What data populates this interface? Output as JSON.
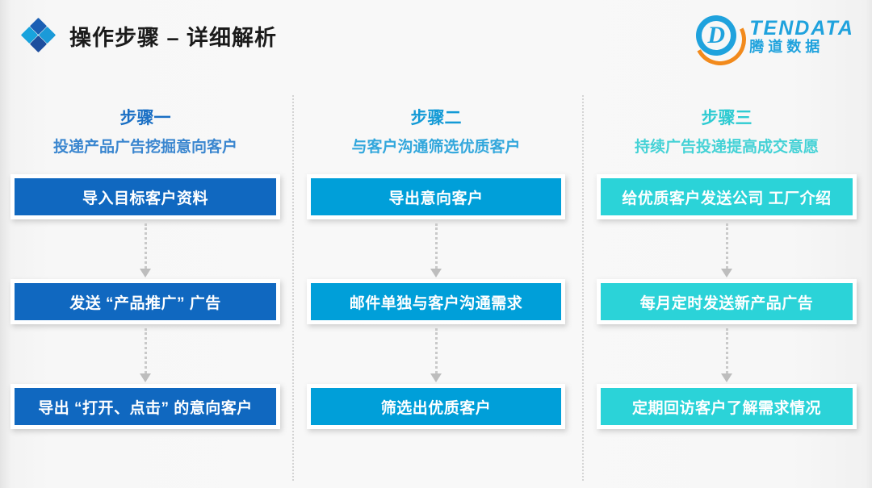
{
  "header": {
    "title": "操作步骤 – 详细解析",
    "diamond_icon": "diamond-cluster-icon",
    "logo": {
      "mark_letter": "D",
      "wordmark": "TENDATA",
      "wordmark_cn": "腾道数据",
      "brand_blue": "#1fa2dd",
      "brand_orange": "#f28a1c"
    }
  },
  "colors": {
    "col1_accent": "#1068c0",
    "col2_accent": "#009fd9",
    "col3_accent": "#2bd3d8",
    "background": "#f7f7f7",
    "divider": "#d4d4d4",
    "connector": "#c9c9c9"
  },
  "columns": [
    {
      "id": "step-1",
      "title": "步骤一",
      "subtitle": "投递产品广告挖掘意向客户",
      "title_color": "#1a6fc4",
      "subtitle_color": "#3a86cf",
      "box_color": "#1068c0",
      "boxes": [
        {
          "label": "导入目标客户资料"
        },
        {
          "label": "发送 “产品推广” 广告"
        },
        {
          "label": "导出 “打开、点击” 的意向客户"
        }
      ]
    },
    {
      "id": "step-2",
      "title": "步骤二",
      "subtitle": "与客户沟通筛选优质客户",
      "title_color": "#139ad6",
      "subtitle_color": "#32a7dc",
      "box_color": "#009fd9",
      "boxes": [
        {
          "label": "导出意向客户"
        },
        {
          "label": "邮件单独与客户沟通需求"
        },
        {
          "label": "筛选出优质客户"
        }
      ]
    },
    {
      "id": "step-3",
      "title": "步骤三",
      "subtitle": "持续广告投递提高成交意愿",
      "title_color": "#2ecbd2",
      "subtitle_color": "#45d2d6",
      "box_color": "#2bd3d8",
      "boxes": [
        {
          "label": "给优质客户发送公司 工厂介绍"
        },
        {
          "label": "每月定时发送新产品广告"
        },
        {
          "label": "定期回访客户了解需求情况"
        }
      ]
    }
  ]
}
